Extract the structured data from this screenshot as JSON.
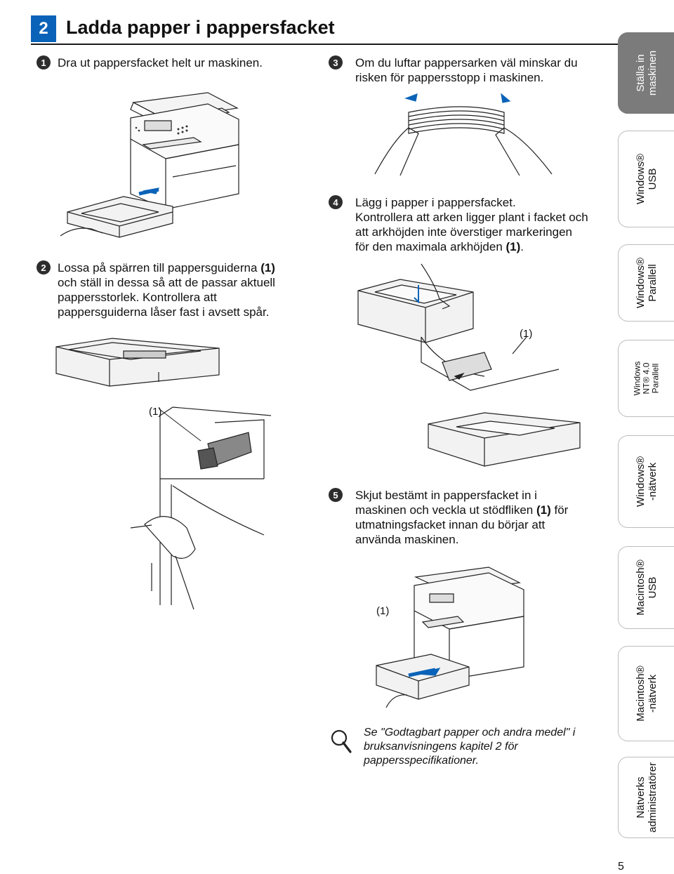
{
  "section": {
    "number": "2",
    "title": "Ladda papper i pappersfacket"
  },
  "steps": [
    {
      "badge": "1",
      "text": "Dra ut pappersfacket helt ur maskinen."
    },
    {
      "badge": "2",
      "line1_a": "Lossa på spärren till pappersguiderna ",
      "line1_b": "(1)",
      "line2": "och ställ in dessa så att de passar aktuell",
      "line3": "pappersstorlek. Kontrollera att",
      "line4": "pappersguiderna låser fast i avsett spår."
    },
    {
      "badge": "3",
      "line1": "Om du luftar pappersarken väl minskar du",
      "line2": "risken för pappersstopp i maskinen."
    },
    {
      "badge": "4",
      "line1": "Lägg i papper i pappersfacket.",
      "line2": "Kontrollera att arken ligger plant i facket och",
      "line3": "att arkhöjden inte överstiger markeringen",
      "line4_a": "för den maximala arkhöjden ",
      "line4_b": "(1)",
      "line4_c": "."
    },
    {
      "badge": "5",
      "line1": "Skjut bestämt in pappersfacket in i",
      "line2_a": "maskinen och veckla ut stödfliken ",
      "line2_b": "(1)",
      "line2_c": " för",
      "line3": "utmatningsfacket innan du börjar att",
      "line4": "använda maskinen."
    }
  ],
  "callouts": {
    "guide": "(1)",
    "height_mark": "(1)",
    "support_flap": "(1)"
  },
  "note": {
    "icon": "magnifier-icon",
    "line1": "Se \"Godtagbart papper och andra medel\" i",
    "line2": "bruksanvisningens kapitel 2 för",
    "line3": "pappersspecifikationer."
  },
  "side_tabs": [
    {
      "line1": "Ställa in",
      "line2": "maskinen",
      "active": true
    },
    {
      "line1": "Windows®",
      "line2": "USB"
    },
    {
      "line1": "Windows®",
      "line2": "Parallell"
    },
    {
      "line1": "Windows",
      "line2": "NT® 4.0",
      "line3": "Parallell"
    },
    {
      "line1": "Windows®",
      "line2": "-nätverk"
    },
    {
      "line1": "Macintosh®",
      "line2": "USB"
    },
    {
      "line1": "Macintosh®",
      "line2": "-nätverk"
    },
    {
      "line1": "Nätverks",
      "line2": "administratörer"
    }
  ],
  "page_number": "5",
  "colors": {
    "accent": "#0a63b8",
    "tab_active": "#7b7b7b",
    "badge": "#2d2d2d"
  }
}
